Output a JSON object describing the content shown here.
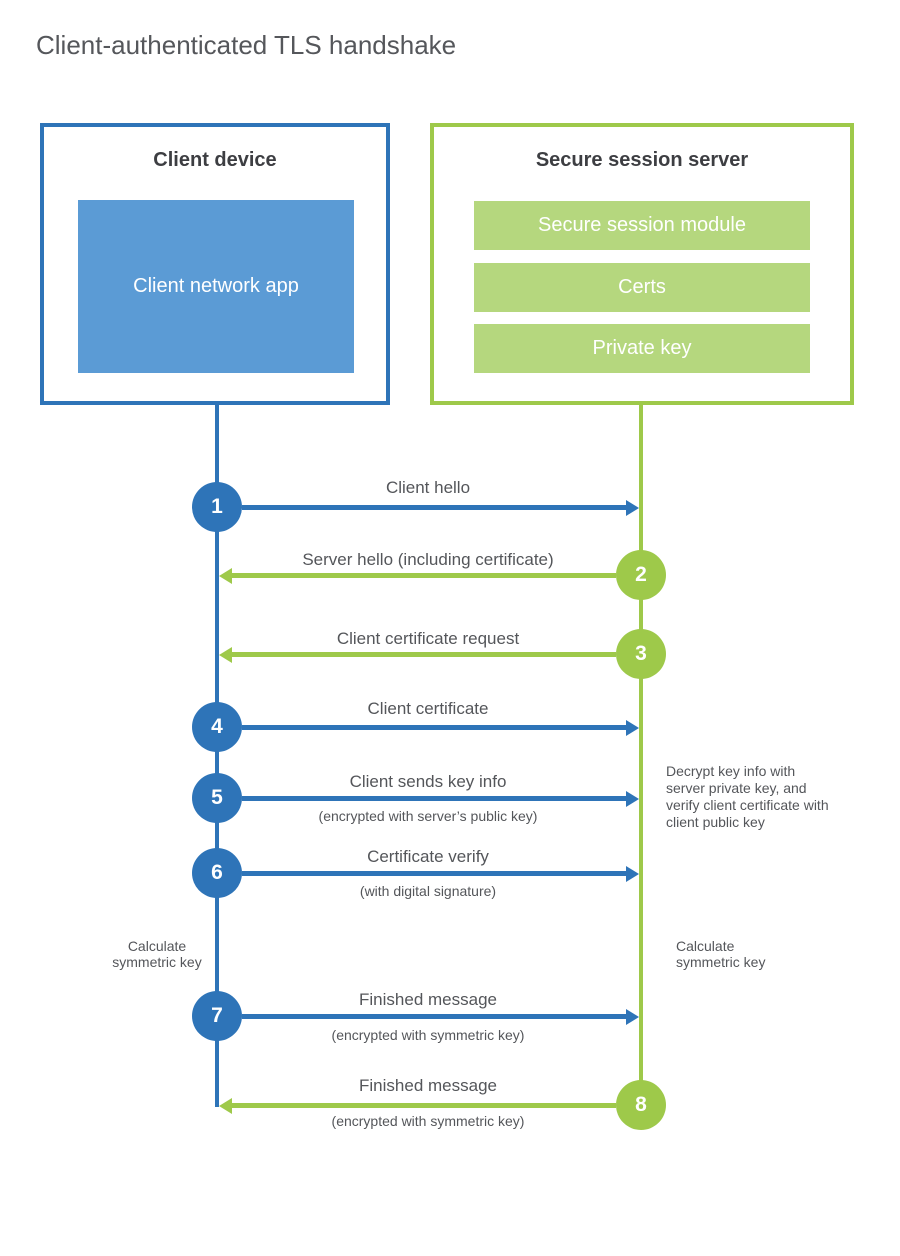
{
  "title": "Client-authenticated TLS handshake",
  "colors": {
    "blue": "#2e74b8",
    "blue-fill": "#5b9bd5",
    "green": "#9ec94a",
    "green-fill": "#b5d77e",
    "text": "#54565a",
    "heading": "#3d3e42",
    "title": "#55575b"
  },
  "client": {
    "title": "Client device",
    "module": "Client network app"
  },
  "server": {
    "title": "Secure session server",
    "modules": [
      "Secure session module",
      "Certs",
      "Private key"
    ]
  },
  "messages": [
    {
      "num": "1",
      "label": "Client hello",
      "sub": "",
      "direction": "client-to-server"
    },
    {
      "num": "2",
      "label": "Server hello (including certificate)",
      "sub": "",
      "direction": "server-to-client"
    },
    {
      "num": "3",
      "label": "Client certificate request",
      "sub": "",
      "direction": "server-to-client"
    },
    {
      "num": "4",
      "label": "Client certificate",
      "sub": "",
      "direction": "client-to-server"
    },
    {
      "num": "5",
      "label": "Client sends key info",
      "sub": "(encrypted with server’s public key)",
      "direction": "client-to-server"
    },
    {
      "num": "6",
      "label": "Certificate verify",
      "sub": "(with digital signature)",
      "direction": "client-to-server"
    },
    {
      "num": "7",
      "label": "Finished message",
      "sub": "(encrypted with symmetric key)",
      "direction": "client-to-server"
    },
    {
      "num": "8",
      "label": "Finished message",
      "sub": "(encrypted with symmetric key)",
      "direction": "server-to-client"
    }
  ],
  "annotations": {
    "decrypt_note": "Decrypt key info with server private key, and verify client certificate with client public key",
    "calc_left": "Calculate symmetric key",
    "calc_right": "Calculate symmetric key"
  }
}
